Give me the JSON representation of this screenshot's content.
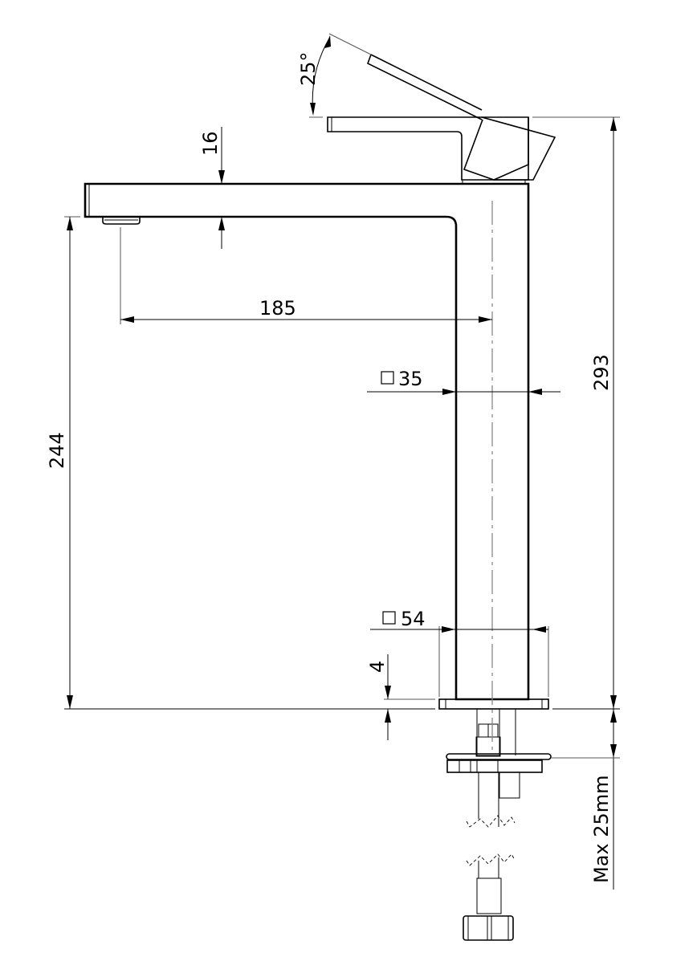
{
  "drawing": {
    "subject": "Tall basin mixer tap - side elevation",
    "colors": {
      "line": "#000000",
      "centerline": "#888888",
      "background": "#ffffff"
    },
    "dimensions": {
      "lever_angle": "25°",
      "spout_thickness": "16",
      "spout_reach": "185",
      "body_square": "35",
      "base_square": "54",
      "spout_height": "244",
      "overall_height": "293",
      "base_plate": "4",
      "max_bench_thickness": "Max 25mm"
    }
  }
}
